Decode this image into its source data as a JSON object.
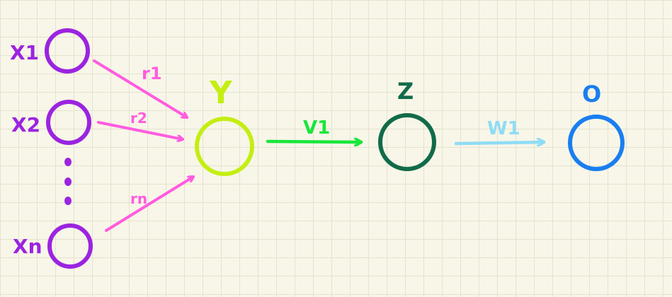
{
  "inputs": {
    "x1_label": "X1",
    "x2_label": "X2",
    "xn_label": "Xn",
    "ellipsis": "•"
  },
  "weights": {
    "r1": "r1",
    "r2": "r2",
    "rn": "rn",
    "v1": "V1",
    "w1": "W1"
  },
  "nodes": {
    "y_label": "Y",
    "z_label": "Z",
    "o_label": "O"
  },
  "colors": {
    "input": "#9b24e0",
    "input_arrow": "#ff5ce0",
    "y": "#c4ee12",
    "v_arrow": "#19e63a",
    "z": "#116b4a",
    "w_arrow": "#8fdcf5",
    "o": "#1a7ef0"
  }
}
